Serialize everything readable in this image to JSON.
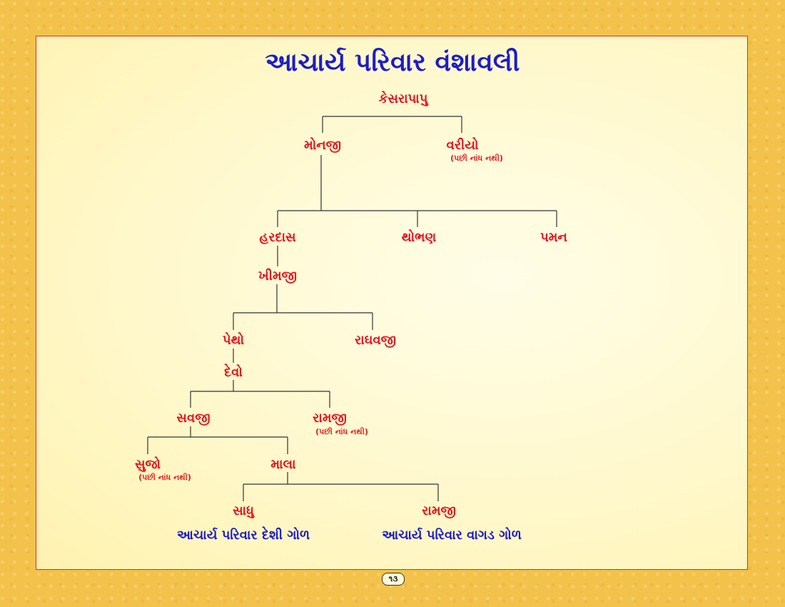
{
  "title": "આચાર્ય પરિવાર વંશાવલી",
  "nodes": {
    "kesarapapu": "કેસરાપાપુ",
    "monji": "મોનજી",
    "variyo": "વરીયો",
    "hardas": "હરદાસ",
    "thobhan": "થોભણ",
    "paman": "પમન",
    "khimji": "ખીમજી",
    "petho": "પેથો",
    "raghavji": "રાઘવજી",
    "devo": "દેવો",
    "savji": "સવજી",
    "ramji1": "રામજી",
    "sujo": "સુજો",
    "mala": "માલા",
    "sadhu": "સાધુ",
    "ramji2": "રામજી"
  },
  "notes": {
    "variyo": "(પછી નાંધ નથી)",
    "ramji1": "(પછી નાંધ નથી)",
    "sujo": "(પછી નાંધ નથી)"
  },
  "branches": {
    "sadhu": "આચાર્ય પરિવાર દેશી ગોળ",
    "ramji2": "આચાર્ય પરિવાર વાગડ ગોળ"
  },
  "page_number": "૧૩",
  "colors": {
    "background": "#f3c24a",
    "panel": "#fff8cc",
    "border": "#e03020",
    "title": "#1c1cc8",
    "node": "#e8161d",
    "branch": "#1c1cc8",
    "line": "#333333"
  }
}
